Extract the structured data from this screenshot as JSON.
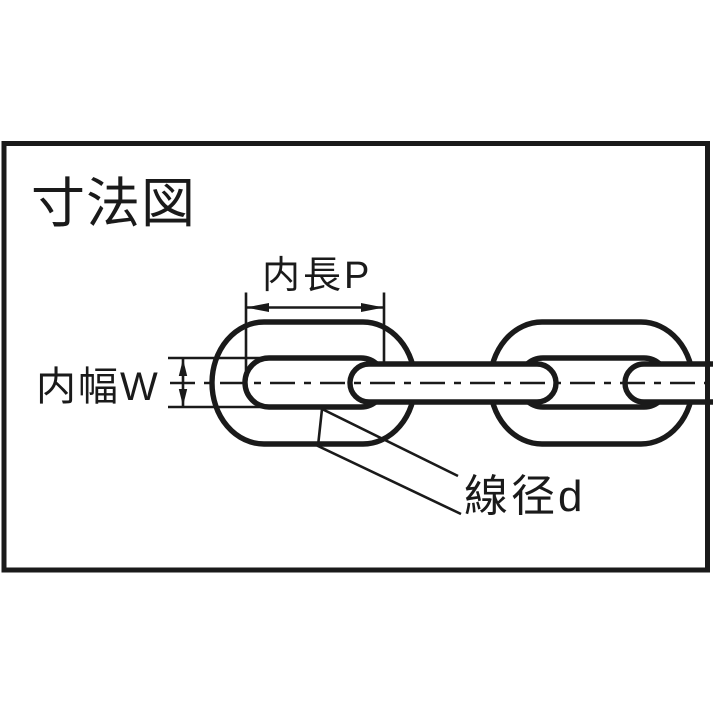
{
  "window": {
    "background": "#ffffff"
  },
  "diagram": {
    "title": "寸法図",
    "ink_color": "#1a1a1a",
    "paper_color": "#ffffff",
    "dimensions": {
      "inner_length_label": "内長P",
      "inner_width_label": "内幅W",
      "wire_diameter_label": "線径d"
    }
  }
}
